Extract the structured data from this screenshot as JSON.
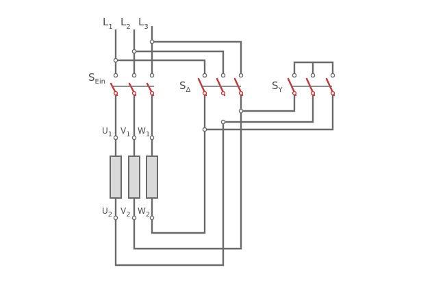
{
  "diagram": {
    "supply": {
      "L1": {
        "letter": "L",
        "index": "1"
      },
      "L2": {
        "letter": "L",
        "index": "2"
      },
      "L3": {
        "letter": "L",
        "index": "3"
      }
    },
    "switches": {
      "main": {
        "letter": "S",
        "index": "Ein"
      },
      "delta": {
        "letter": "S",
        "index": "Δ"
      },
      "star": {
        "letter": "S",
        "index": "Y"
      }
    },
    "terminals": {
      "U1": {
        "letter": "U",
        "index": "1"
      },
      "V1": {
        "letter": "V",
        "index": "1"
      },
      "W1": {
        "letter": "W",
        "index": "1"
      },
      "U2": {
        "letter": "U",
        "index": "2"
      },
      "V2": {
        "letter": "V",
        "index": "2"
      },
      "W2": {
        "letter": "W",
        "index": "2"
      }
    },
    "colors": {
      "wire": "#6a6a6a",
      "switch_blade": "#cc3333",
      "coil_fill": "#d9d9d9",
      "label": "#4d4d4d"
    }
  }
}
